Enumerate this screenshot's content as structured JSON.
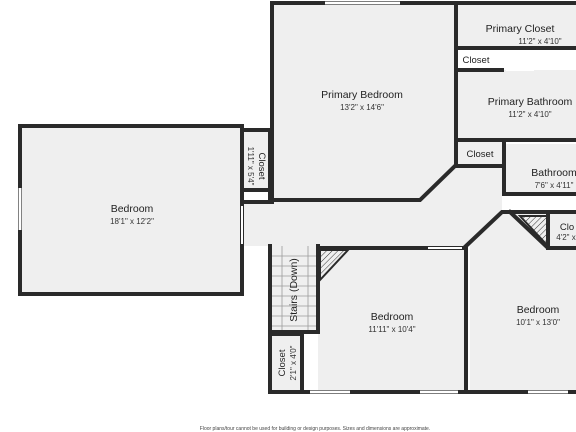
{
  "rooms": {
    "primary_closet": {
      "name": "Primary Closet",
      "dims": "11'2\" x 4'10\""
    },
    "closet_a": {
      "name": "Closet"
    },
    "primary_bedroom": {
      "name": "Primary Bedroom",
      "dims": "13'2\" x 14'6\""
    },
    "primary_bathroom": {
      "name": "Primary Bathroom",
      "dims": "11'2\" x 4'10\""
    },
    "closet_b": {
      "name": "Closet"
    },
    "bathroom": {
      "name": "Bathroom",
      "dims": "7'6\" x 4'11\""
    },
    "closet_left": {
      "name": "Closet",
      "dims": "1'11\" x 5'4\""
    },
    "bedroom_left": {
      "name": "Bedroom",
      "dims": "18'1\" x 12'2\""
    },
    "closet_right": {
      "name": "Clo",
      "dims": "4'2\" x"
    },
    "stairs": {
      "name": "Stairs (Down)"
    },
    "bedroom_center": {
      "name": "Bedroom",
      "dims": "11'11\" x 10'4\""
    },
    "bedroom_right": {
      "name": "Bedroom",
      "dims": "10'1\" x 13'0\""
    },
    "closet_bottom": {
      "name": "Closet",
      "dims": "2'1\" x 4'0\""
    }
  },
  "footer": "Floor plans/tour cannot be used for building or design purposes. Sizes and dimensions are approximate."
}
